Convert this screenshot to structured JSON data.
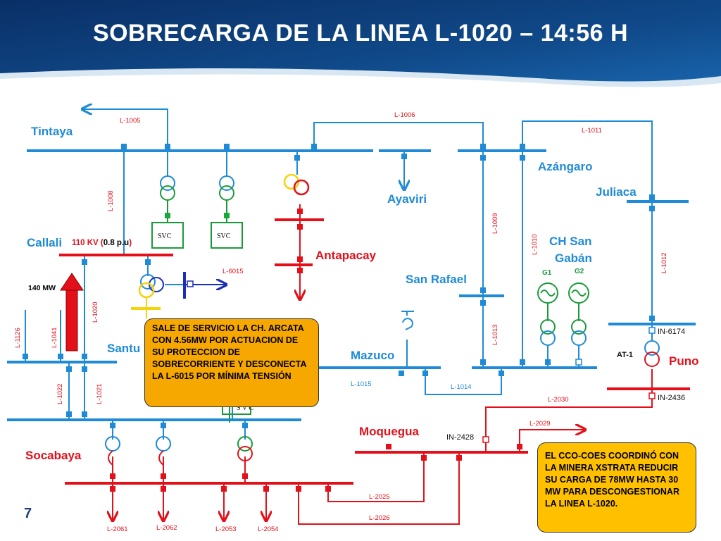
{
  "slide": {
    "title": "SOBRECARGA DE LA LINEA L-1020 – 14:56 H",
    "number": "7"
  },
  "colors": {
    "header_dark": "#0e3c78",
    "header_mid": "#1a5a9c",
    "bus_blue": "#1f8bd6",
    "bus_red": "#e3101a",
    "green": "#1c9a3b",
    "node_green": "#18a83b",
    "navy": "#1a2fb5"
  },
  "substations": {
    "tintaya": "Tintaya",
    "callali": "Callali",
    "ayaviri": "Ayaviri",
    "azangaro": "Azángaro",
    "juliaca": "Juliaca",
    "antapacay": "Antapacay",
    "san_rafael": "San Rafael",
    "ch_san_gaban_1": "CH San",
    "ch_san_gaban_2": "Gabán",
    "santuario": "Santu",
    "mazuco": "Mazuco",
    "puno": "Puno",
    "moquegua": "Moquegua",
    "socabaya": "Socabaya"
  },
  "lines": {
    "l1005": "L-1005",
    "l1006": "L-1006",
    "l1011": "L-1011",
    "l1008": "L-1008",
    "l1009": "L-1009",
    "l1010": "L-1010",
    "l1012": "L-1012",
    "l6015": "L-6015",
    "l1020": "L-1020",
    "l1126": "L-1126",
    "l1041": "L-1041",
    "l1022": "L-1022",
    "l1021": "L-1021",
    "l1013": "L-1013",
    "l1015": "L-1015",
    "l1014": "L-1014",
    "l2030": "L-2030",
    "l2029": "L-2029",
    "l2025": "L-2025",
    "l2026": "L-2026",
    "l2061": "L-2061",
    "l2062": "L-2062",
    "l2053": "L-2053",
    "l2054": "L-2054"
  },
  "labels": {
    "voltage_prefix": "110 KV (",
    "voltage_pu": "0.8 p.u",
    "voltage_suffix": ")",
    "flow": "140 MW",
    "svc": "SVC",
    "svc_partial": "S V C",
    "g1": "G1",
    "g2": "G2",
    "in6174": "IN-6174",
    "in2436": "IN-2436",
    "in2428": "IN-2428",
    "at1": "AT-1"
  },
  "callouts": {
    "outage": "SALE DE SERVICIO LA CH. ARCATA CON 4.56MW POR ACTUACION DE SU PROTECCION DE SOBRECORRIENTE Y DESCONECTA LA L-6015 POR MÍNIMA TENSIÓN",
    "coordination": "EL CCO-COES COORDINÓ CON LA MINERA XSTRATA REDUCIR SU CARGA DE 78MW HASTA 30 MW PARA DESCONGESTIONAR LA LINEA L-1020."
  }
}
